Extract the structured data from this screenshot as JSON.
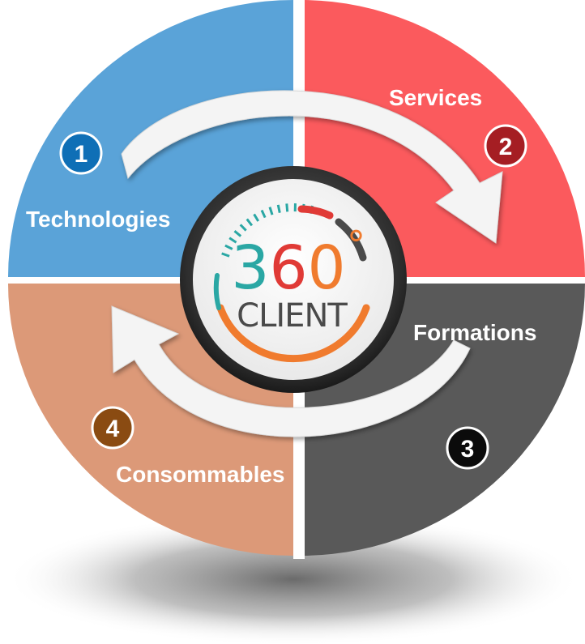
{
  "colors": {
    "technologies": "#5aa3d8",
    "services": "#fb5a5d",
    "formations": "#595959",
    "consommables": "#dc9978",
    "badge_1": "#0f6fb6",
    "badge_2": "#a51e23",
    "badge_3": "#0b0b0b",
    "badge_4": "#8a4b12",
    "logo_teal": "#2aa7a4",
    "logo_red": "#e03a36",
    "logo_dark": "#4a4a4a",
    "logo_orange": "#f07b2e"
  },
  "segments": [
    {
      "number": "1",
      "label": "Technologies"
    },
    {
      "number": "2",
      "label": "Services"
    },
    {
      "number": "3",
      "label": "Formations"
    },
    {
      "number": "4",
      "label": "Consommables"
    }
  ],
  "logo": {
    "number": "360",
    "degree": "°",
    "word": "CLIENT"
  },
  "icons": [
    "clockwise-arrow-icon",
    "counterclockwise-arrow-icon"
  ]
}
